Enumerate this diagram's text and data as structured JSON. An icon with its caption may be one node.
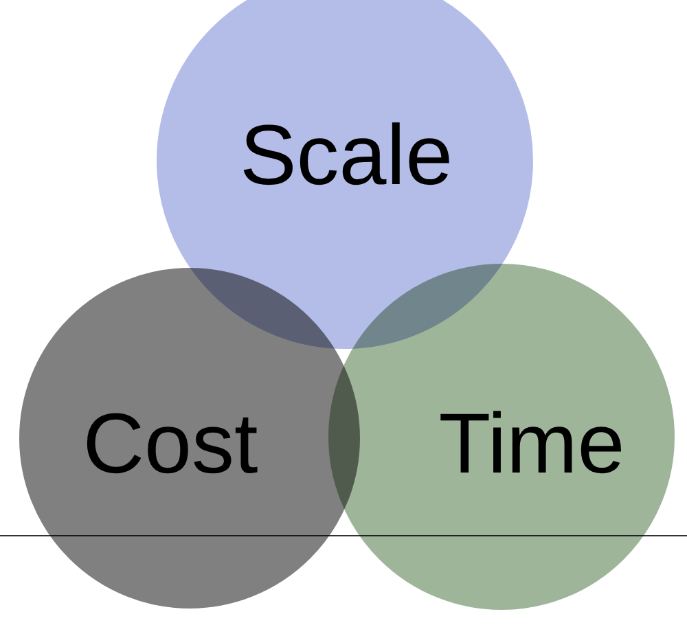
{
  "diagram": {
    "nodes": [
      {
        "text": [
          "Scale"
        ]
      },
      {
        "text": [
          "Cost"
        ]
      },
      {
        "text": [
          "Time"
        ]
      }
    ]
  }
}
